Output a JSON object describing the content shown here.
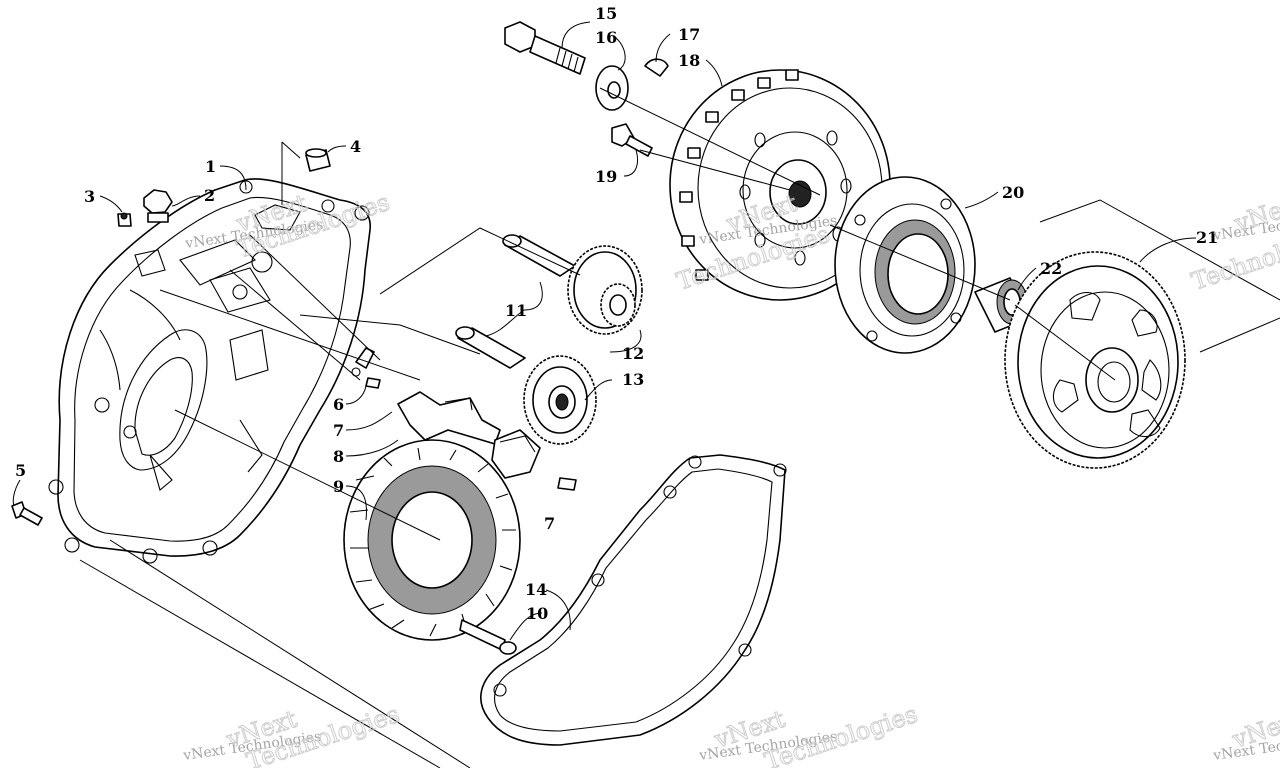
{
  "diagram": {
    "callouts": [
      {
        "id": "c1",
        "label": "1"
      },
      {
        "id": "c2",
        "label": "2"
      },
      {
        "id": "c3",
        "label": "3"
      },
      {
        "id": "c4",
        "label": "4"
      },
      {
        "id": "c5",
        "label": "5"
      },
      {
        "id": "c6",
        "label": "6"
      },
      {
        "id": "c7a",
        "label": "7"
      },
      {
        "id": "c7b",
        "label": "7"
      },
      {
        "id": "c8",
        "label": "8"
      },
      {
        "id": "c9",
        "label": "9"
      },
      {
        "id": "c10",
        "label": "10"
      },
      {
        "id": "c11",
        "label": "11"
      },
      {
        "id": "c12",
        "label": "12"
      },
      {
        "id": "c13",
        "label": "13"
      },
      {
        "id": "c14",
        "label": "14"
      },
      {
        "id": "c15",
        "label": "15"
      },
      {
        "id": "c16",
        "label": "16"
      },
      {
        "id": "c17",
        "label": "17"
      },
      {
        "id": "c18",
        "label": "18"
      },
      {
        "id": "c19",
        "label": "19"
      },
      {
        "id": "c20",
        "label": "20"
      },
      {
        "id": "c21",
        "label": "21"
      },
      {
        "id": "c22",
        "label": "22"
      }
    ],
    "watermark": {
      "small": "vNext Technologies",
      "big_top": "vNext",
      "big_bottom": "Technologies"
    }
  }
}
